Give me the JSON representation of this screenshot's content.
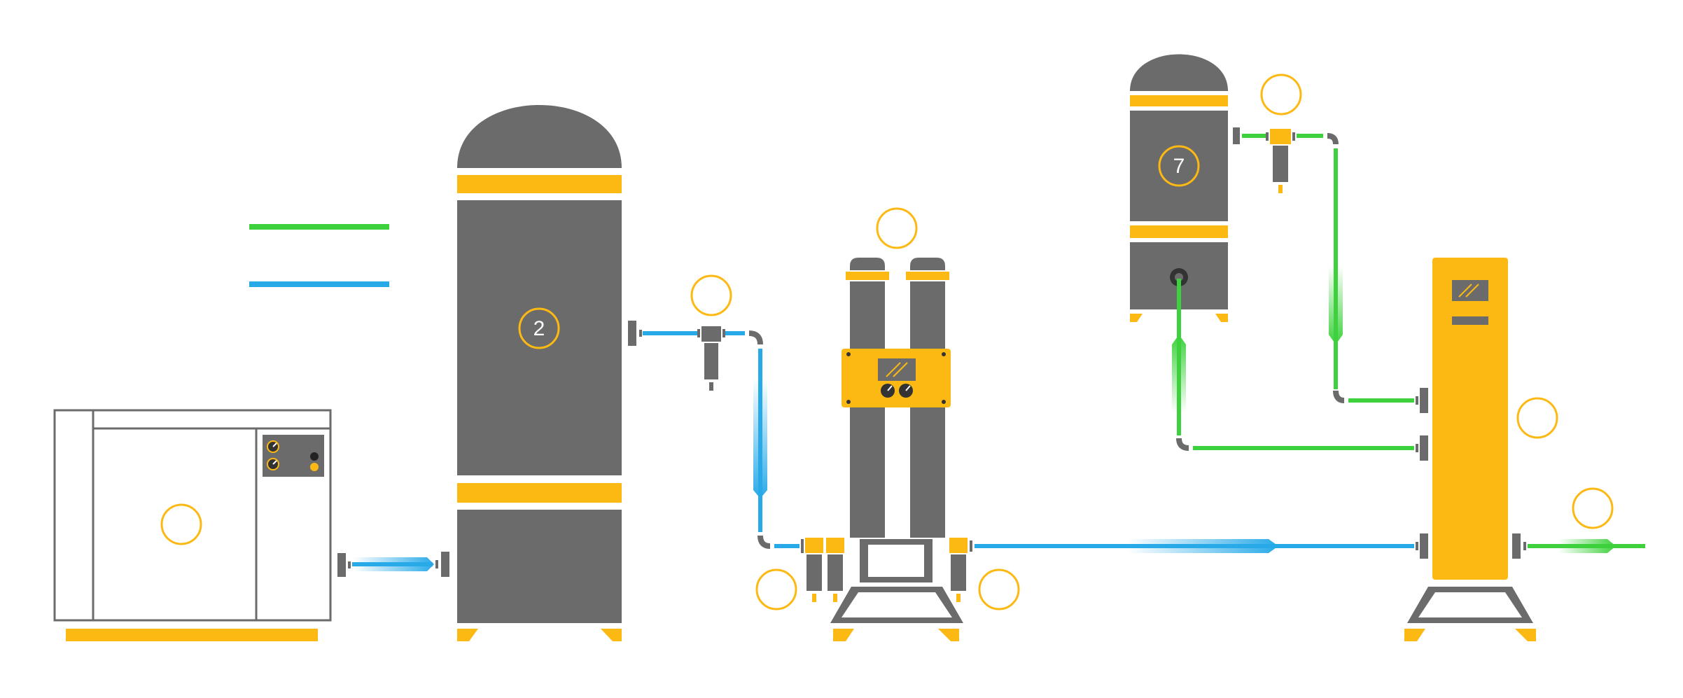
{
  "colors": {
    "equipment": "#6b6b6b",
    "accent": "#fdb913",
    "nitrogen_line": "#3dd13d",
    "air_line": "#29aae8",
    "outline": "#6b6b6b",
    "background": "#ffffff"
  },
  "legend": {
    "items": [
      {
        "color_key": "nitrogen_line",
        "label": ""
      },
      {
        "color_key": "air_line",
        "label": ""
      }
    ]
  },
  "components": {
    "compressor": {
      "number": ""
    },
    "air_receiver": {
      "number": "2"
    },
    "filter_a": {
      "number": ""
    },
    "dryer": {
      "number": ""
    },
    "dryer_filters": {
      "number": ""
    },
    "dryer_outlet_filter": {
      "number": ""
    },
    "nitrogen_receiver": {
      "number": "7"
    },
    "filter_b": {
      "number": ""
    },
    "nitrogen_generator": {
      "number": ""
    },
    "outlet": {
      "number": ""
    }
  }
}
